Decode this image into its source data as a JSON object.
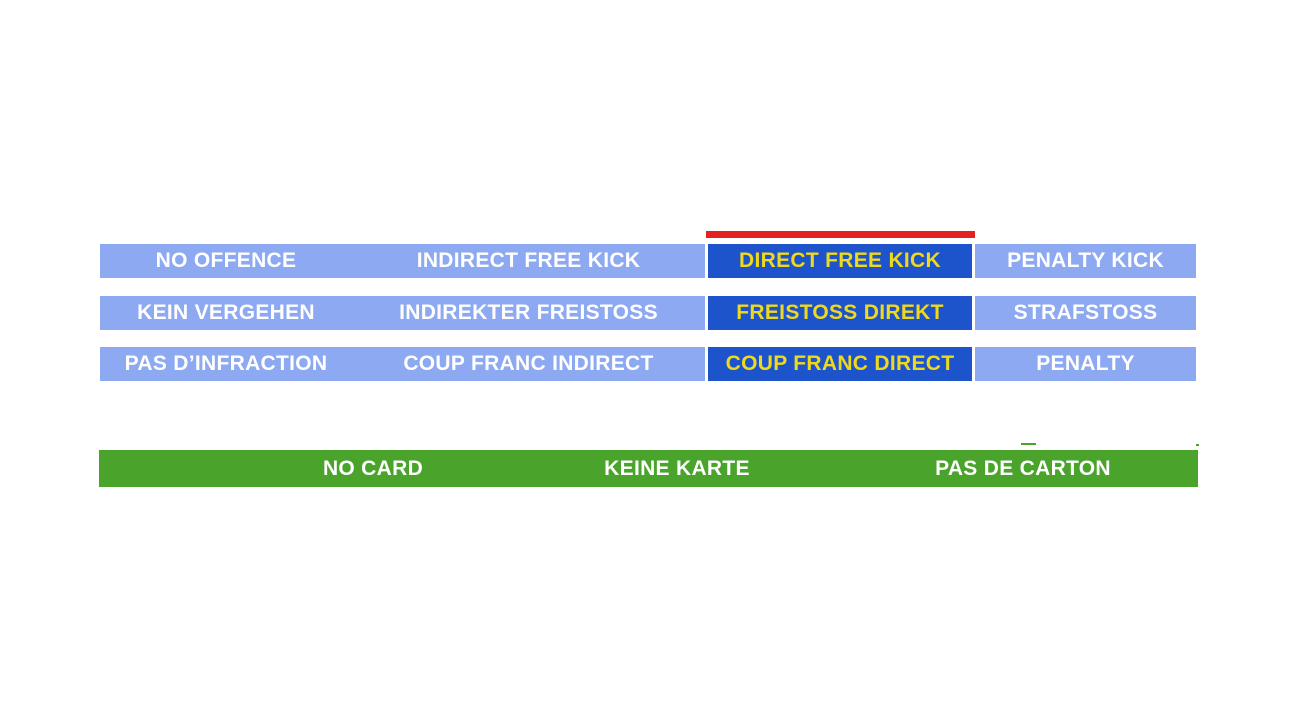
{
  "colors": {
    "option_blue": "#8DA9F1",
    "selected_blue": "#1D53CB",
    "selected_text_yellow": "#EFD91C",
    "indicator_red": "#E32221",
    "card_bar_green": "#4AA32B",
    "text_white": "#FFFFFF"
  },
  "answers": {
    "selected_column_index": 2,
    "rows": [
      {
        "language": "English",
        "cells": [
          "NO OFFENCE",
          "INDIRECT FREE KICK",
          "DIRECT FREE KICK",
          "PENALTY KICK"
        ]
      },
      {
        "language": "German",
        "cells": [
          "KEIN VERGEHEN",
          "INDIREKTER FREISTOSS",
          "FREISTOSS DIREKT",
          "STRAFSTOSS"
        ]
      },
      {
        "language": "French",
        "cells": [
          "PAS D’INFRACTION",
          "COUP FRANC INDIRECT",
          "COUP FRANC DIRECT",
          "PENALTY"
        ]
      }
    ]
  },
  "card_bar": {
    "labels": [
      "NO CARD",
      "KEINE KARTE",
      "PAS DE CARTON"
    ]
  }
}
